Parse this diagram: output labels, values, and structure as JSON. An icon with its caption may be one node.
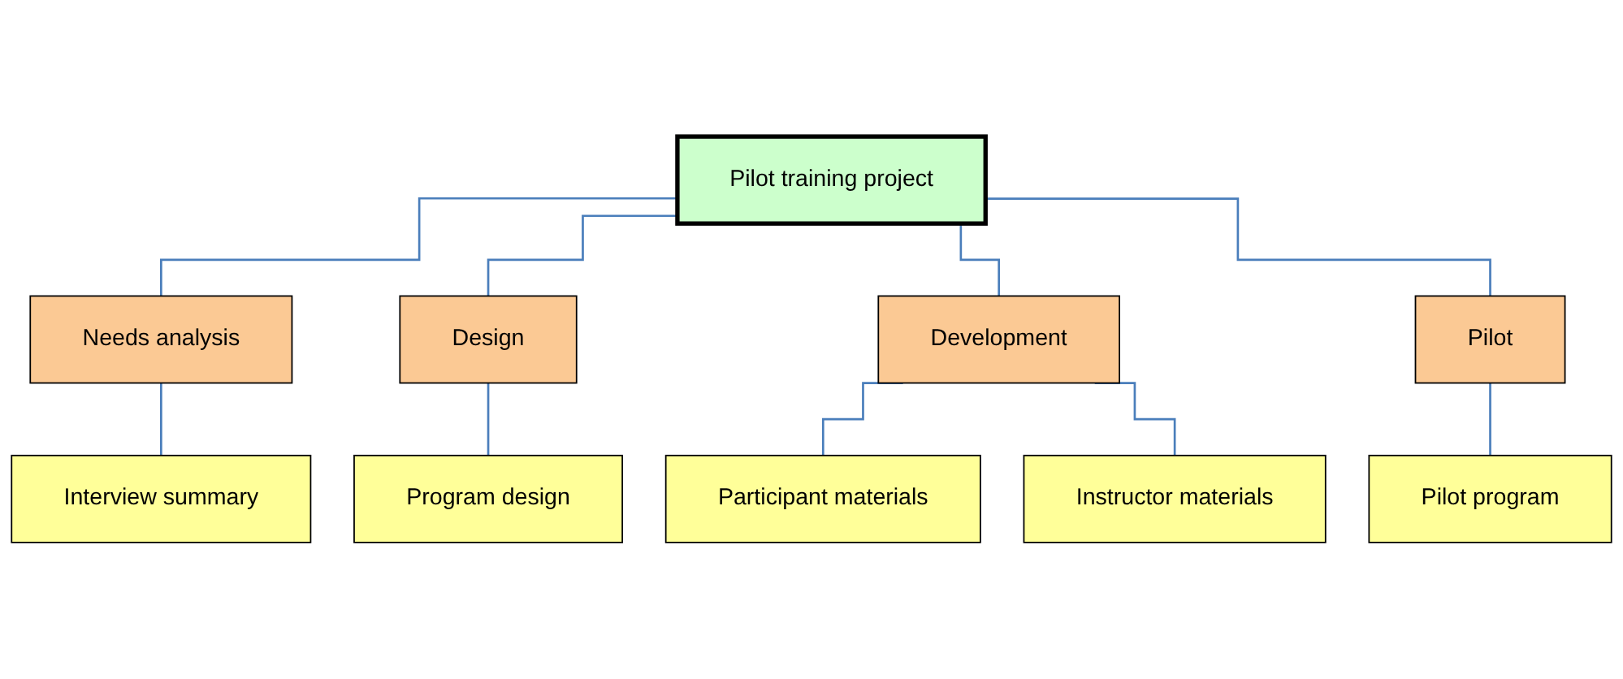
{
  "diagram": {
    "nodes": [
      {
        "text": [
          "Pilot training project"
        ]
      },
      {
        "text": [
          "Needs analysis"
        ]
      },
      {
        "text": [
          "Design"
        ]
      },
      {
        "text": [
          "Development"
        ]
      },
      {
        "text": [
          "Pilot"
        ]
      },
      {
        "text": [
          "Interview summary"
        ]
      },
      {
        "text": [
          "Program design"
        ]
      },
      {
        "text": [
          "Participant materials"
        ]
      },
      {
        "text": [
          "Instructor materials"
        ]
      },
      {
        "text": [
          "Pilot program"
        ]
      }
    ],
    "edges": [
      {
        "from": 0,
        "to": 1,
        "arrow": "none"
      },
      {
        "from": 0,
        "to": 2,
        "arrow": "none"
      },
      {
        "from": 0,
        "to": 3,
        "arrow": "none"
      },
      {
        "from": 0,
        "to": 4,
        "arrow": "none"
      },
      {
        "from": 1,
        "to": 5,
        "arrow": "none"
      },
      {
        "from": 2,
        "to": 6,
        "arrow": "none"
      },
      {
        "from": 3,
        "to": 7,
        "arrow": "none"
      },
      {
        "from": 3,
        "to": 8,
        "arrow": "none"
      },
      {
        "from": 4,
        "to": 9,
        "arrow": "none"
      }
    ]
  }
}
